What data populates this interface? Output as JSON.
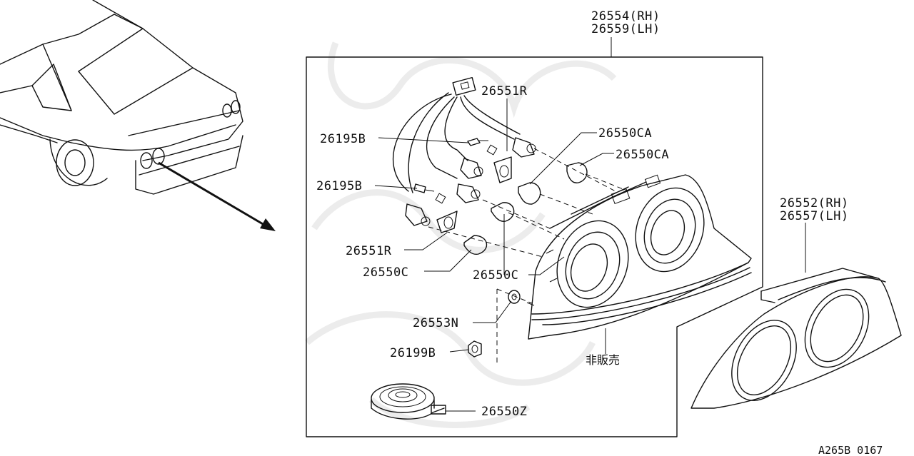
{
  "diagram": {
    "labels": {
      "rh_assembly": "26554(RH)",
      "lh_assembly": "26559(LH)",
      "socket_top": "26551R",
      "screw_top": "26195B",
      "screw_lower": "26195B",
      "bulb_ca_1": "26550CA",
      "bulb_ca_2": "26550CA",
      "socket_lower": "26551R",
      "bulb_c_left": "26550C",
      "bulb_c_right": "26550C",
      "nut_packing": "26553N",
      "nut": "26199B",
      "sealant": "26550Z",
      "not_for_sale": "非販売",
      "finisher_rh": "26552(RH)",
      "finisher_lh": "26557(LH)"
    },
    "figure_code": "A265B 0167"
  }
}
